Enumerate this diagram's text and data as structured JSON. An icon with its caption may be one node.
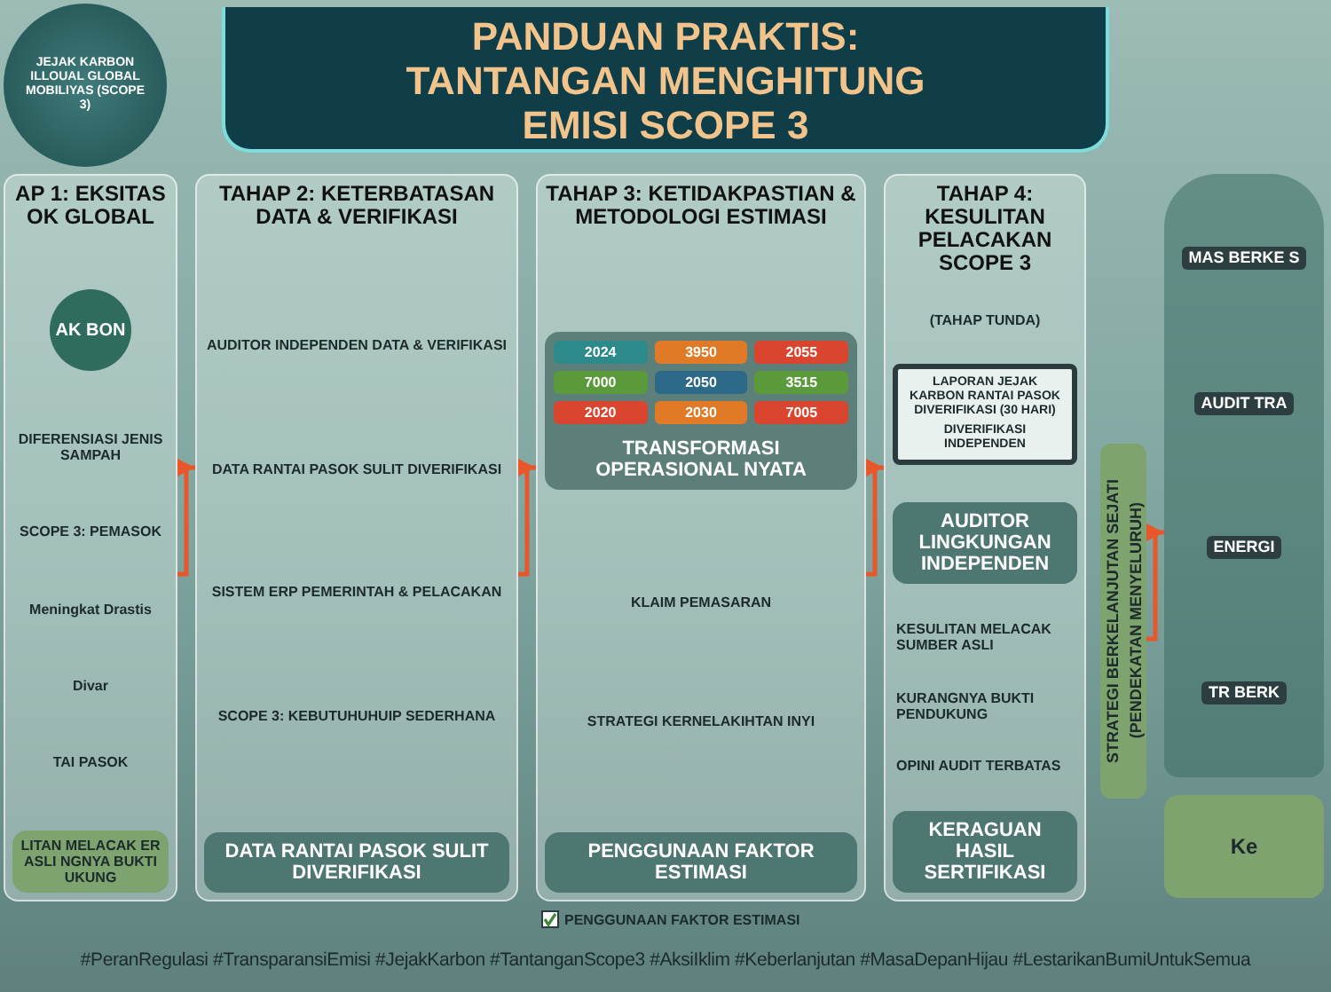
{
  "diagram": {
    "title": "PANDUAN PRAKTIS: TANTANGAN MENGHITUNG EMISI SCOPE 3",
    "nodes": [
      {
        "text": [
          "JEJAK KARBON ILLOUAL GLOBAL MOBILIYAS (SCOPE 3)"
        ]
      },
      {
        "text": [
          "AP 1: EKSITAS OK GLOBAL",
          "DIFERENSIASI JENIS SAMPAH",
          "SCOPE 3: PEMASOK",
          "Meningkat Drastis",
          "Divar",
          "TAI PASOK"
        ]
      },
      {
        "text": [
          "AK BON"
        ],
        "in": 1
      },
      {
        "text": [
          "LITAN MELACAK ER ASLI NGNYA BUKTI UKUNG"
        ],
        "in": 1
      },
      {
        "text": [
          "TAHAP 2: KETERBATASAN DATA & VERIFIKASI",
          "AUDITOR INDEPENDEN DATA & VERIFIKASI",
          "DATA RANTAI PASOK SULIT DIVERIFIKASI",
          "SISTEM ERP PEMERINTAH & PELACAKAN",
          "SCOPE 3: KEBUTUHUHUIP SEDERHANA"
        ]
      },
      {
        "text": [
          "DATA RANTAI PASOK SULIT DIVERIFIKASI"
        ],
        "in": 4
      },
      {
        "text": [
          "TAHAP 3: KETIDAKPASTIAN & METODOLOGI ESTIMASI",
          "KLAIM PEMASARAN",
          "STRATEGI KERNELAKIHTAN INYI"
        ]
      },
      {
        "text": [
          "2024",
          "3950",
          "2055",
          "7000",
          "2050",
          "3515",
          "2020",
          "2030",
          "7005",
          "TRANSFORMASI OPERASIONAL NYATA"
        ],
        "in": 6
      },
      {
        "text": [
          "PENGGUNAAN FAKTOR ESTIMASI"
        ],
        "in": 6
      },
      {
        "text": [
          "TAHAP 4: KESULITAN PELACAKAN SCOPE 3",
          "(TAHAP TUNDA)",
          "KESULITAN MELACAK SUMBER ASLI",
          "KURANGNYA BUKTI PENDUKUNG",
          "OPINI AUDIT TERBATAS"
        ]
      },
      {
        "text": [
          "LAPORAN JEJAK KARBON RANTAI PASOK DIVERIFIKASI (30 HARI)",
          "DIVERIFIKASI INDEPENDEN"
        ],
        "in": 9
      },
      {
        "text": [
          "AUDITOR LINGKUNGAN INDEPENDEN"
        ],
        "in": 9
      },
      {
        "text": [
          "KERAGUAN HASIL SERTIFIKASI"
        ],
        "in": 9
      },
      {
        "text": [
          "STRATEGI BERKELANJUTAN SEJATI",
          "(PENDEKATAN MENYELURUH)"
        ]
      },
      {
        "text": [
          "MAS BERKE S",
          "AUDIT TRA",
          "ENERGI",
          "TR BERK"
        ]
      },
      {
        "text": [
          "Ke"
        ]
      }
    ],
    "edges": [
      {
        "from": 1,
        "to": 4,
        "arrow": "to"
      },
      {
        "from": 4,
        "to": 6,
        "arrow": "to"
      },
      {
        "from": 6,
        "to": 9,
        "arrow": "to"
      },
      {
        "from": 13,
        "to": 14,
        "arrow": "to"
      }
    ],
    "labels": [
      "PENGGUNAAN FAKTOR ESTIMASI",
      "#PeranRegulasi #TransparansiEmisi #JejakKarbon #TantanganScope3 #AksiIklim #Keberlanjutan #MasaDepanHijau #LestarikanBumiUntukSemua"
    ]
  }
}
